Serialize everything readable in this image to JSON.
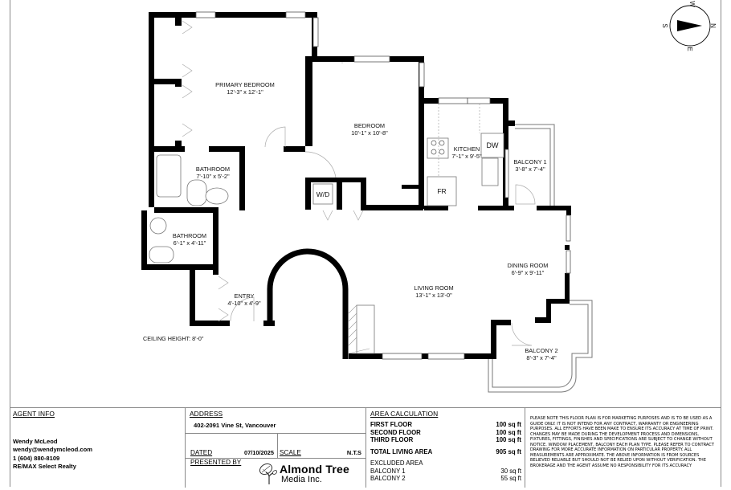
{
  "floor_plan": {
    "compass": {
      "letters": {
        "north": "N",
        "south": "S",
        "east": "E",
        "west": "W"
      }
    },
    "rooms": [
      {
        "id": "primary-bedroom",
        "name": "PRIMARY BEDROOM",
        "dims": "12'-3\" x 12'-1\""
      },
      {
        "id": "bedroom",
        "name": "BEDROOM",
        "dims": "10'-1\" x 10'-8\""
      },
      {
        "id": "kitchen",
        "name": "KITCHEN",
        "dims": "7'-1\" x 9'-5\""
      },
      {
        "id": "balcony-1",
        "name": "BALCONY 1",
        "dims": "3'-8\" x 7'-4\""
      },
      {
        "id": "bathroom-1",
        "name": "BATHROOM",
        "dims": "7'-10\" x 5'-2\""
      },
      {
        "id": "bathroom-2",
        "name": "BATHROOM",
        "dims": "6'-1\" x 4'-11\""
      },
      {
        "id": "dining-room",
        "name": "DINING ROOM",
        "dims": "6'-9\" x 9'-11\""
      },
      {
        "id": "living-room",
        "name": "LIVING ROOM",
        "dims": "13'-1\" x 13'-0\""
      },
      {
        "id": "entry",
        "name": "ENTRY",
        "dims": "4'-10\" x 4'-9\""
      },
      {
        "id": "balcony-2",
        "name": "BALCONY 2",
        "dims": "8'-3\" x 7'-4\""
      }
    ],
    "fixtures": {
      "washer_dryer": "W/D",
      "dishwasher": "DW",
      "fridge": "FR"
    },
    "ceiling_height": "CEILING HEIGHT: 8'-0\""
  },
  "footer": {
    "agent": {
      "heading": "AGENT INFO",
      "name": "Wendy McLeod",
      "email": "wendy@wendymcleod.com",
      "phone": "1 (604) 880-8109",
      "brokerage": "RE/MAX Select Realty"
    },
    "address": {
      "heading": "ADDRESS",
      "street": "402-2091 Vine St, Vancouver",
      "dated_label": "DATED",
      "dated_value": "07/10/2025",
      "scale_label": "SCALE",
      "scale_value": "N.T.S",
      "presented_label": "PRESENTED BY",
      "logo_brand": "Almond Tree",
      "logo_sub": "Media Inc."
    },
    "area": {
      "heading": "AREA CALCULATION",
      "floors": [
        {
          "label": "FIRST FLOOR",
          "value": "100 sq ft"
        },
        {
          "label": "SECOND FLOOR",
          "value": "100 sq ft"
        },
        {
          "label": "THIRD FLOOR",
          "value": "100 sq ft"
        }
      ],
      "total_label": "TOTAL LIVING AREA",
      "total_value": "905 sq ft",
      "excluded_heading": "EXCLUDED AREA",
      "excluded": [
        {
          "label": "BALCONY 1",
          "value": "30 sq ft"
        },
        {
          "label": "BALCONY 2",
          "value": "55 sq ft"
        }
      ]
    },
    "disclaimer": "PLEASE NOTE THIS FLOOR PLAN IS FOR MARKETING PURPOSES AND IS TO BE USED AS A GUIDE ONLY. IT IS NOT INTEND FOR ANY CONTRACT, WARRANTY OR ENGINEERING PURPOSES. ALL EFFORTS HAVE BEEN MAKE TO ENSURE ITS ACCURACY AT TIME OF PRINT. CHANGES MAY BE MADE DURING THE DEVELOPMENT PROCESS AND DIMENSIONS, FIXTURES, FITTINGS, FINISHES AND SPECIFICATIONS ARE SUBJECT TO CHANGE WITHOUT NOTICE. WINDOW PLACEMENT, BALCONY EACH PLAN TYPE. PLEASE REFER TO CONTRACT DRAWING FOR MORE ACCURATE INFORMATION ON PARTICULAR PROPERTY. ALL MEASUREMENTS ARE APPROXIMATE. THE ABOVE INFORMATION IS FROM SOURCES BELIEVED RELIABLE BUT SHOULD NOT BE RELIED UPON WITHOUT VERIFICATION. THE BROKERAGE AND THE AGENT ASSUME NO RESPONSIBILITY FOR ITS ACCURACY"
  }
}
